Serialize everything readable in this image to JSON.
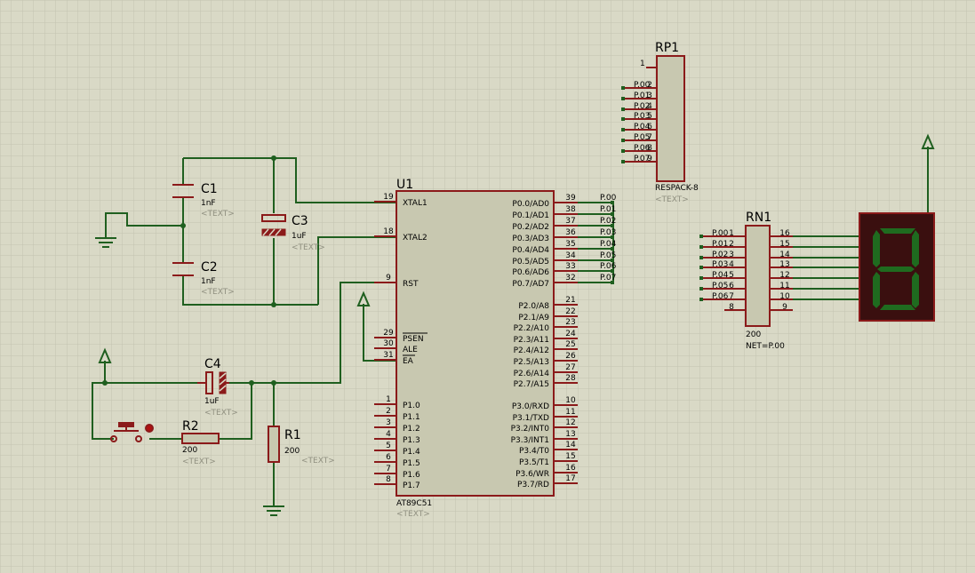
{
  "theme": {
    "background": "#d9d9c6",
    "grid": "#c3c3b0",
    "wire": "#1f5f1f",
    "outline": "#8b1a1a",
    "body_fill": "#c8c8b0",
    "text": "#000000",
    "placeholder": "#909080",
    "terminal": "#1f5f1f",
    "display_bg": "#3a0f0f",
    "segment_color": "#1f6b1f"
  },
  "u1": {
    "ref": "U1",
    "part": "AT89C51",
    "text": "<TEXT>",
    "left_pins": [
      {
        "num": "19",
        "name": "XTAL1"
      },
      {
        "num": "18",
        "name": "XTAL2"
      },
      {
        "num": "9",
        "name": "RST"
      },
      {
        "num": "29",
        "name": "PSEN"
      },
      {
        "num": "30",
        "name": "ALE"
      },
      {
        "num": "31",
        "name": "EA"
      },
      {
        "num": "1",
        "name": "P1.0"
      },
      {
        "num": "2",
        "name": "P1.1"
      },
      {
        "num": "3",
        "name": "P1.2"
      },
      {
        "num": "4",
        "name": "P1.3"
      },
      {
        "num": "5",
        "name": "P1.4"
      },
      {
        "num": "6",
        "name": "P1.5"
      },
      {
        "num": "7",
        "name": "P1.6"
      },
      {
        "num": "8",
        "name": "P1.7"
      }
    ],
    "right_pins": [
      {
        "num": "39",
        "name": "P0.0/AD0",
        "net": "P.00"
      },
      {
        "num": "38",
        "name": "P0.1/AD1",
        "net": "P.01"
      },
      {
        "num": "37",
        "name": "P0.2/AD2",
        "net": "P.02"
      },
      {
        "num": "36",
        "name": "P0.3/AD3",
        "net": "P.03"
      },
      {
        "num": "35",
        "name": "P0.4/AD4",
        "net": "P.04"
      },
      {
        "num": "34",
        "name": "P0.5/AD5",
        "net": "P.05"
      },
      {
        "num": "33",
        "name": "P0.6/AD6",
        "net": "P.06"
      },
      {
        "num": "32",
        "name": "P0.7/AD7",
        "net": "P.07"
      },
      {
        "num": "21",
        "name": "P2.0/A8"
      },
      {
        "num": "22",
        "name": "P2.1/A9"
      },
      {
        "num": "23",
        "name": "P2.2/A10"
      },
      {
        "num": "24",
        "name": "P2.3/A11"
      },
      {
        "num": "25",
        "name": "P2.4/A12"
      },
      {
        "num": "26",
        "name": "P2.5/A13"
      },
      {
        "num": "27",
        "name": "P2.6/A14"
      },
      {
        "num": "28",
        "name": "P2.7/A15"
      },
      {
        "num": "10",
        "name": "P3.0/RXD"
      },
      {
        "num": "11",
        "name": "P3.1/TXD"
      },
      {
        "num": "12",
        "name": "P3.2/INT0"
      },
      {
        "num": "13",
        "name": "P3.3/INT1"
      },
      {
        "num": "14",
        "name": "P3.4/T0"
      },
      {
        "num": "15",
        "name": "P3.5/T1"
      },
      {
        "num": "16",
        "name": "P3.6/WR"
      },
      {
        "num": "17",
        "name": "P3.7/RD"
      }
    ]
  },
  "components": [
    {
      "ref": "C1",
      "value": "1nF",
      "text": "<TEXT>"
    },
    {
      "ref": "C2",
      "value": "1nF",
      "text": "<TEXT>"
    },
    {
      "ref": "C3",
      "value": "1uF",
      "text": "<TEXT>"
    },
    {
      "ref": "C4",
      "value": "1uF",
      "text": "<TEXT>"
    },
    {
      "ref": "R1",
      "value": "200",
      "text": "<TEXT>"
    },
    {
      "ref": "R2",
      "value": "200",
      "text": "<TEXT>"
    }
  ],
  "rp1": {
    "ref": "RP1",
    "part": "RESPACK-8",
    "text": "<TEXT>",
    "pin1": "1",
    "pins": [
      {
        "num": "2",
        "net": "P.00"
      },
      {
        "num": "3",
        "net": "P.01"
      },
      {
        "num": "4",
        "net": "P.02"
      },
      {
        "num": "5",
        "net": "P.03"
      },
      {
        "num": "6",
        "net": "P.04"
      },
      {
        "num": "7",
        "net": "P.05"
      },
      {
        "num": "8",
        "net": "P.06"
      },
      {
        "num": "9",
        "net": "P.07"
      }
    ]
  },
  "rn1": {
    "ref": "RN1",
    "value": "200",
    "net_label": "NET=P.00",
    "left_pins": [
      {
        "num": "1",
        "net": "P.00"
      },
      {
        "num": "2",
        "net": "P.01"
      },
      {
        "num": "3",
        "net": "P.02"
      },
      {
        "num": "4",
        "net": "P.03"
      },
      {
        "num": "5",
        "net": "P.04"
      },
      {
        "num": "6",
        "net": "P.05"
      },
      {
        "num": "7",
        "net": "P.06"
      },
      {
        "num": "8",
        "net": ""
      }
    ],
    "right_pins": [
      "16",
      "15",
      "14",
      "13",
      "12",
      "11",
      "10",
      "9"
    ]
  },
  "display": {
    "digit": "8"
  }
}
